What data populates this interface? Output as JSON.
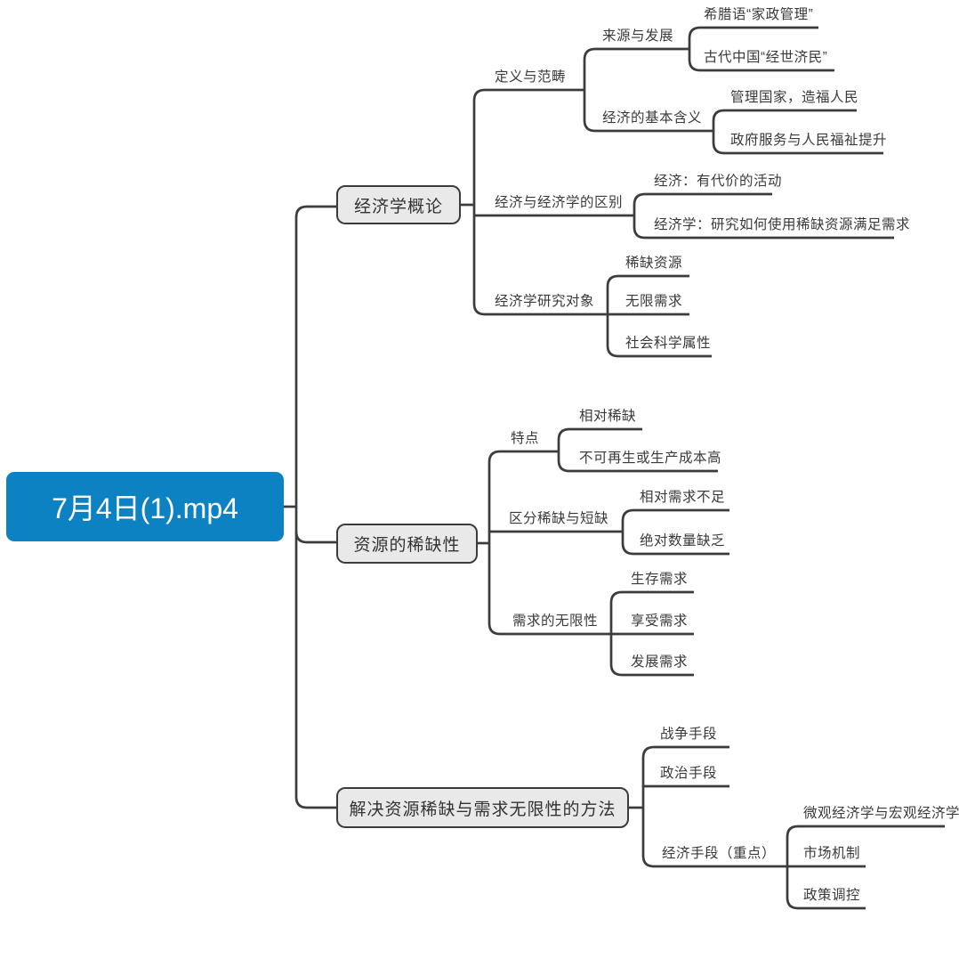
{
  "root": {
    "label": "7月4日(1).mp4"
  },
  "branches": [
    {
      "label": "经济学概论",
      "children": [
        {
          "label": "定义与范畴",
          "children": [
            {
              "label": "来源与发展",
              "children": [
                {
                  "label": "希腊语“家政管理”"
                },
                {
                  "label": "古代中国“经世济民”"
                }
              ]
            },
            {
              "label": "经济的基本含义",
              "children": [
                {
                  "label": "管理国家，造福人民"
                },
                {
                  "label": "政府服务与人民福祉提升"
                }
              ]
            }
          ]
        },
        {
          "label": "经济与经济学的区别",
          "children": [
            {
              "label": "经济：有代价的活动"
            },
            {
              "label": "经济学：研究如何使用稀缺资源满足需求"
            }
          ]
        },
        {
          "label": "经济学研究对象",
          "children": [
            {
              "label": "稀缺资源"
            },
            {
              "label": "无限需求"
            },
            {
              "label": "社会科学属性"
            }
          ]
        }
      ]
    },
    {
      "label": "资源的稀缺性",
      "children": [
        {
          "label": "特点",
          "children": [
            {
              "label": "相对稀缺"
            },
            {
              "label": "不可再生或生产成本高"
            }
          ]
        },
        {
          "label": "区分稀缺与短缺",
          "children": [
            {
              "label": "相对需求不足"
            },
            {
              "label": "绝对数量缺乏"
            }
          ]
        },
        {
          "label": "需求的无限性",
          "children": [
            {
              "label": "生存需求"
            },
            {
              "label": "享受需求"
            },
            {
              "label": "发展需求"
            }
          ]
        }
      ]
    },
    {
      "label": "解决资源稀缺与需求无限性的方法",
      "children": [
        {
          "label": "战争手段"
        },
        {
          "label": "政治手段"
        },
        {
          "label": "经济手段（重点）",
          "children": [
            {
              "label": "微观经济学与宏观经济学"
            },
            {
              "label": "市场机制"
            },
            {
              "label": "政策调控"
            }
          ]
        }
      ]
    }
  ],
  "colors": {
    "root_bg": "#0d82c3",
    "root_text": "#ffffff",
    "branch_bg": "#e9e9e9",
    "line": "#3c3c3c",
    "text": "#3a3a3a",
    "canvas_bg": "#ffffff"
  }
}
